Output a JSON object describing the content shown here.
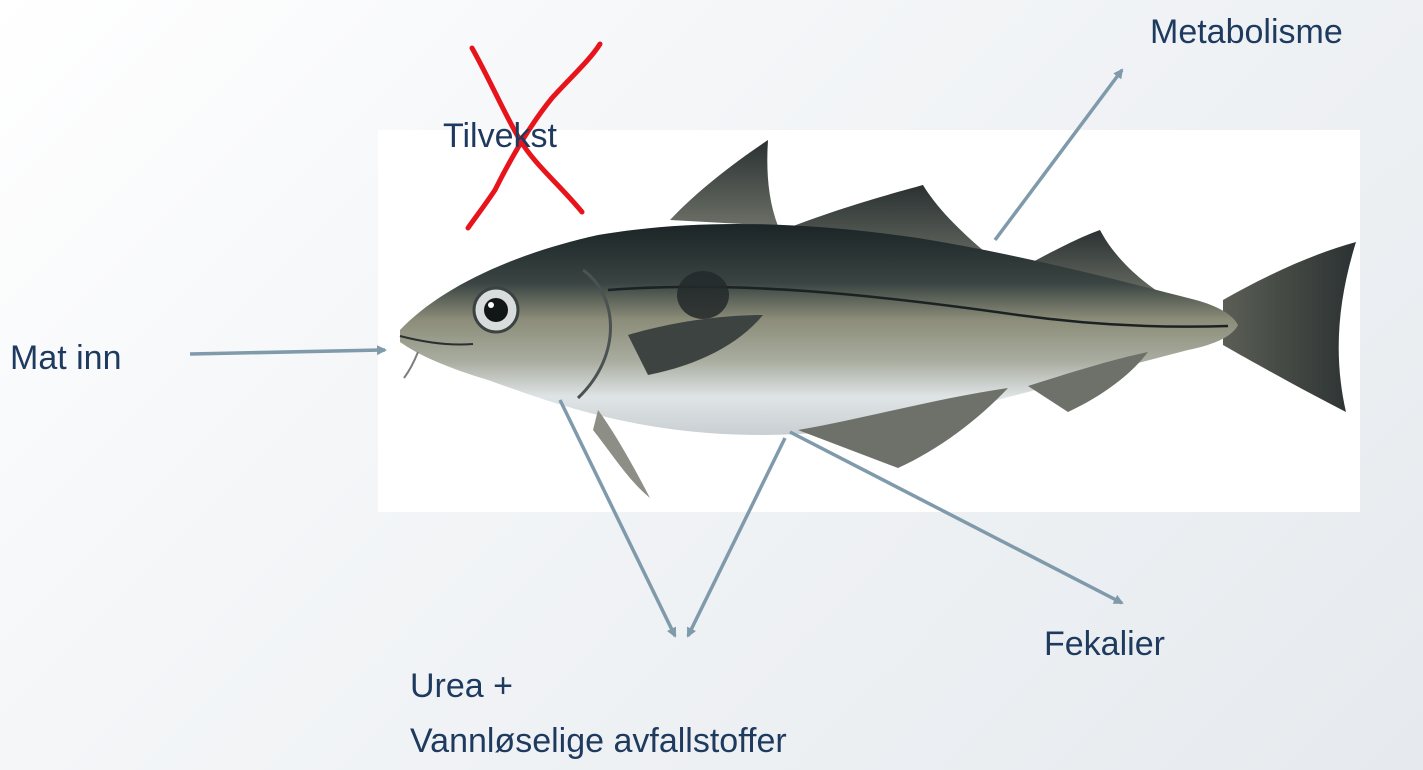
{
  "labels": {
    "food_in": "Mat inn",
    "growth": "Tilvekst",
    "metabolism": "Metabolisme",
    "feces": "Fekalier",
    "waste_line1": "Urea +",
    "waste_line2": "Vannløselige avfallstoffer"
  },
  "colors": {
    "text": "#1f3a5f",
    "arrow": "#7f9aab",
    "cross": "#e8141b",
    "fish_back": "#1e2a2c",
    "fish_side": "#8b8f7c",
    "fish_belly": "#e4e8ea"
  },
  "icons": {
    "fish": "saithe-fish-illustration",
    "cross": "red-x-strikeout"
  }
}
